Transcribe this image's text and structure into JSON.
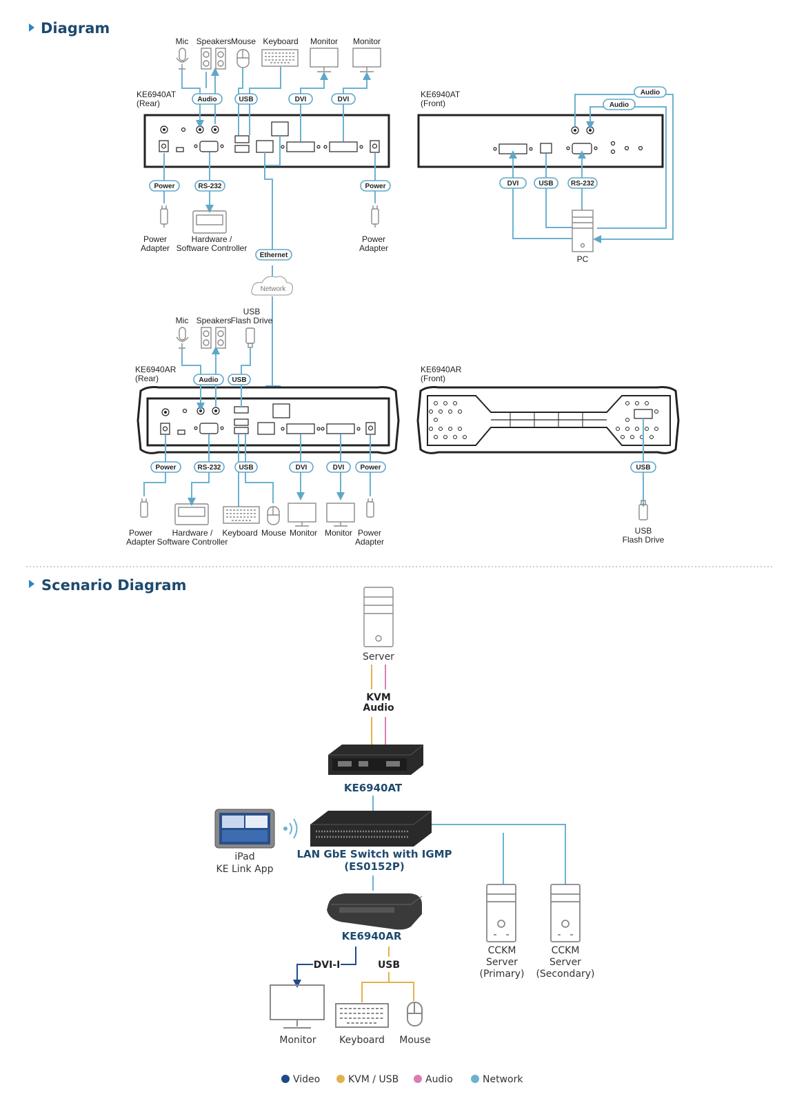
{
  "sections": {
    "diagram_title": "Diagram",
    "scenario_title": "Scenario Diagram"
  },
  "tx_rear": {
    "name": "KE6940AT\n(Rear)",
    "top_devices": [
      "Mic",
      "Speakers",
      "Mouse",
      "Keyboard",
      "Monitor",
      "Monitor"
    ],
    "top_ports": [
      "Audio",
      "USB",
      "DVI",
      "DVI"
    ],
    "bottom_ports": [
      "Power",
      "RS-232",
      "Power"
    ],
    "bottom_devices": [
      "Power\nAdapter",
      "Hardware /\nSoftware Controller",
      "Power\nAdapter"
    ],
    "ethernet": "Ethernet"
  },
  "tx_front": {
    "name": "KE6940AT\n(Front)",
    "top_ports": [
      "Audio",
      "Audio"
    ],
    "bottom_ports": [
      "DVI",
      "USB",
      "RS-232"
    ],
    "pc": "PC"
  },
  "network": "Network",
  "rx_rear": {
    "name": "KE6940AR\n(Rear)",
    "top_devices": [
      "Mic",
      "Speakers",
      "USB\nFlash Drive"
    ],
    "top_ports": [
      "Audio",
      "USB"
    ],
    "bottom_ports": [
      "Power",
      "RS-232",
      "USB",
      "DVI",
      "DVI",
      "Power"
    ],
    "bottom_devices": [
      "Power\nAdapter",
      "Hardware /\nSoftware Controller",
      "Keyboard",
      "Mouse",
      "Monitor",
      "Monitor",
      "Power\nAdapter"
    ]
  },
  "rx_front": {
    "name": "KE6940AR\n(Front)",
    "port": "USB",
    "device": "USB\nFlash Drive"
  },
  "scenario": {
    "server": "Server",
    "kvm_audio": "KVM\nAudio",
    "tx": "KE6940AT",
    "ipad": "iPad\nKE Link App",
    "switch": "LAN GbE Switch with IGMP\n(ES0152P)",
    "rx": "KE6940AR",
    "dvi": "DVI-I",
    "usb": "USB",
    "monitor": "Monitor",
    "keyboard": "Keyboard",
    "mouse": "Mouse",
    "cckm1": "CCKM\nServer\n(Primary)",
    "cckm2": "CCKM\nServer\n(Secondary)"
  },
  "legend": [
    {
      "label": "Video",
      "color": "#1e4a8a"
    },
    {
      "label": "KVM / USB",
      "color": "#e2b24a"
    },
    {
      "label": "Audio",
      "color": "#d67fb4"
    },
    {
      "label": "Network",
      "color": "#6bb1d2"
    }
  ]
}
